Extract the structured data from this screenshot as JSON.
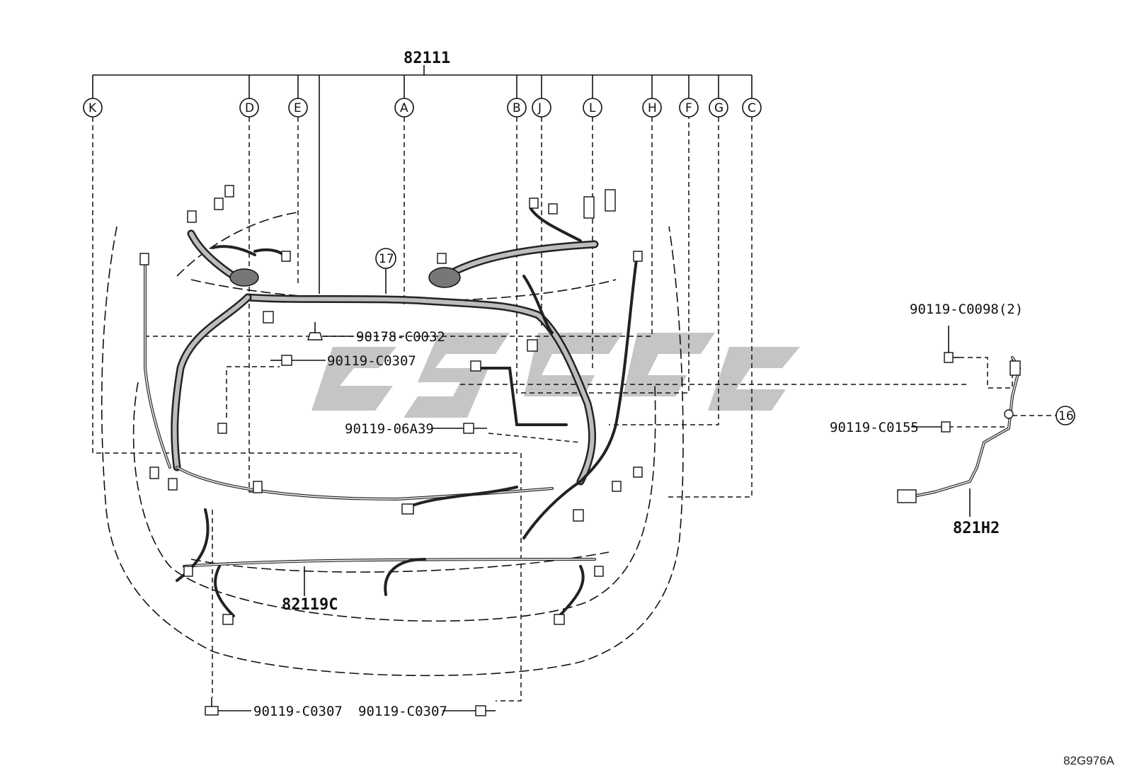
{
  "top_part_number": "82111",
  "callouts": [
    "K",
    "D",
    "E",
    "A",
    "B",
    "J",
    "L",
    "H",
    "F",
    "G",
    "C"
  ],
  "circled_refs": {
    "ref_17": "17",
    "ref_16": "16"
  },
  "parts": {
    "clip_90178": "90178-C0032",
    "bolt_c0307_upper": "90119-C0307",
    "bolt_06a39": "90119-06A39",
    "bolt_c0098": "90119-C0098(2)",
    "bolt_c0155": "90119-C0155",
    "bolt_c0307_bottom_left": "90119-C0307",
    "bolt_c0307_bottom_right": "90119-C0307",
    "harness_82119c": "82119C",
    "harness_821h2": "821H2"
  },
  "figure_code": "82G976A"
}
